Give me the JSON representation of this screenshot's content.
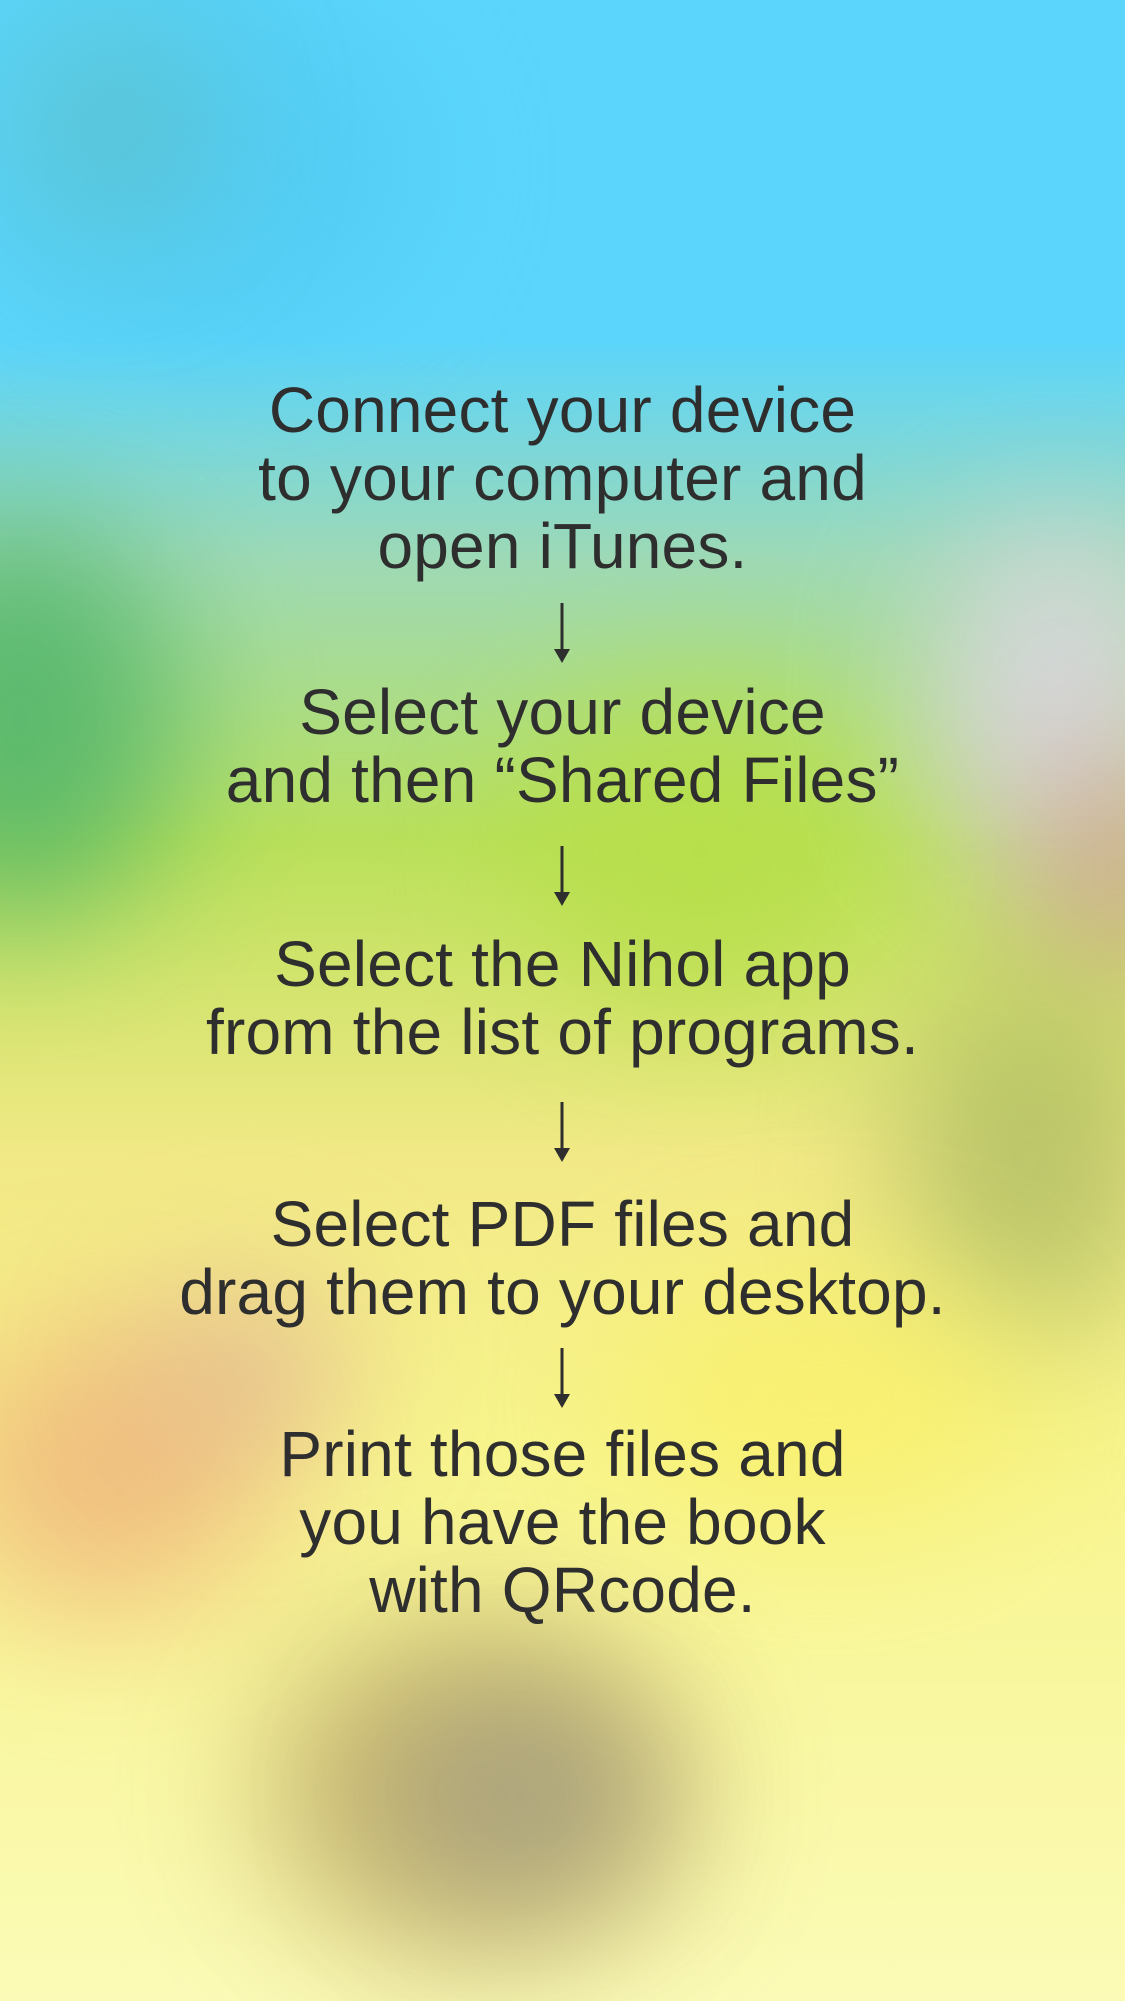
{
  "steps": [
    {
      "lines": [
        "Connect your device",
        "to your computer and",
        "open iTunes."
      ]
    },
    {
      "lines": [
        "Select your device",
        "and then “Shared Files”"
      ]
    },
    {
      "lines": [
        "Select the Nihol app",
        "from the list of programs."
      ]
    },
    {
      "lines": [
        "Select PDF files and",
        "drag them to your desktop."
      ]
    },
    {
      "lines": [
        "Print those files and",
        "you have the book",
        "with QRcode."
      ]
    }
  ],
  "icons": {
    "arrow": "down-arrow-icon"
  },
  "colors": {
    "text": "#2e2e2e",
    "sky_blue": "#5bd5fb",
    "lime": "#b9e05a",
    "cream": "#fbfbb7"
  }
}
